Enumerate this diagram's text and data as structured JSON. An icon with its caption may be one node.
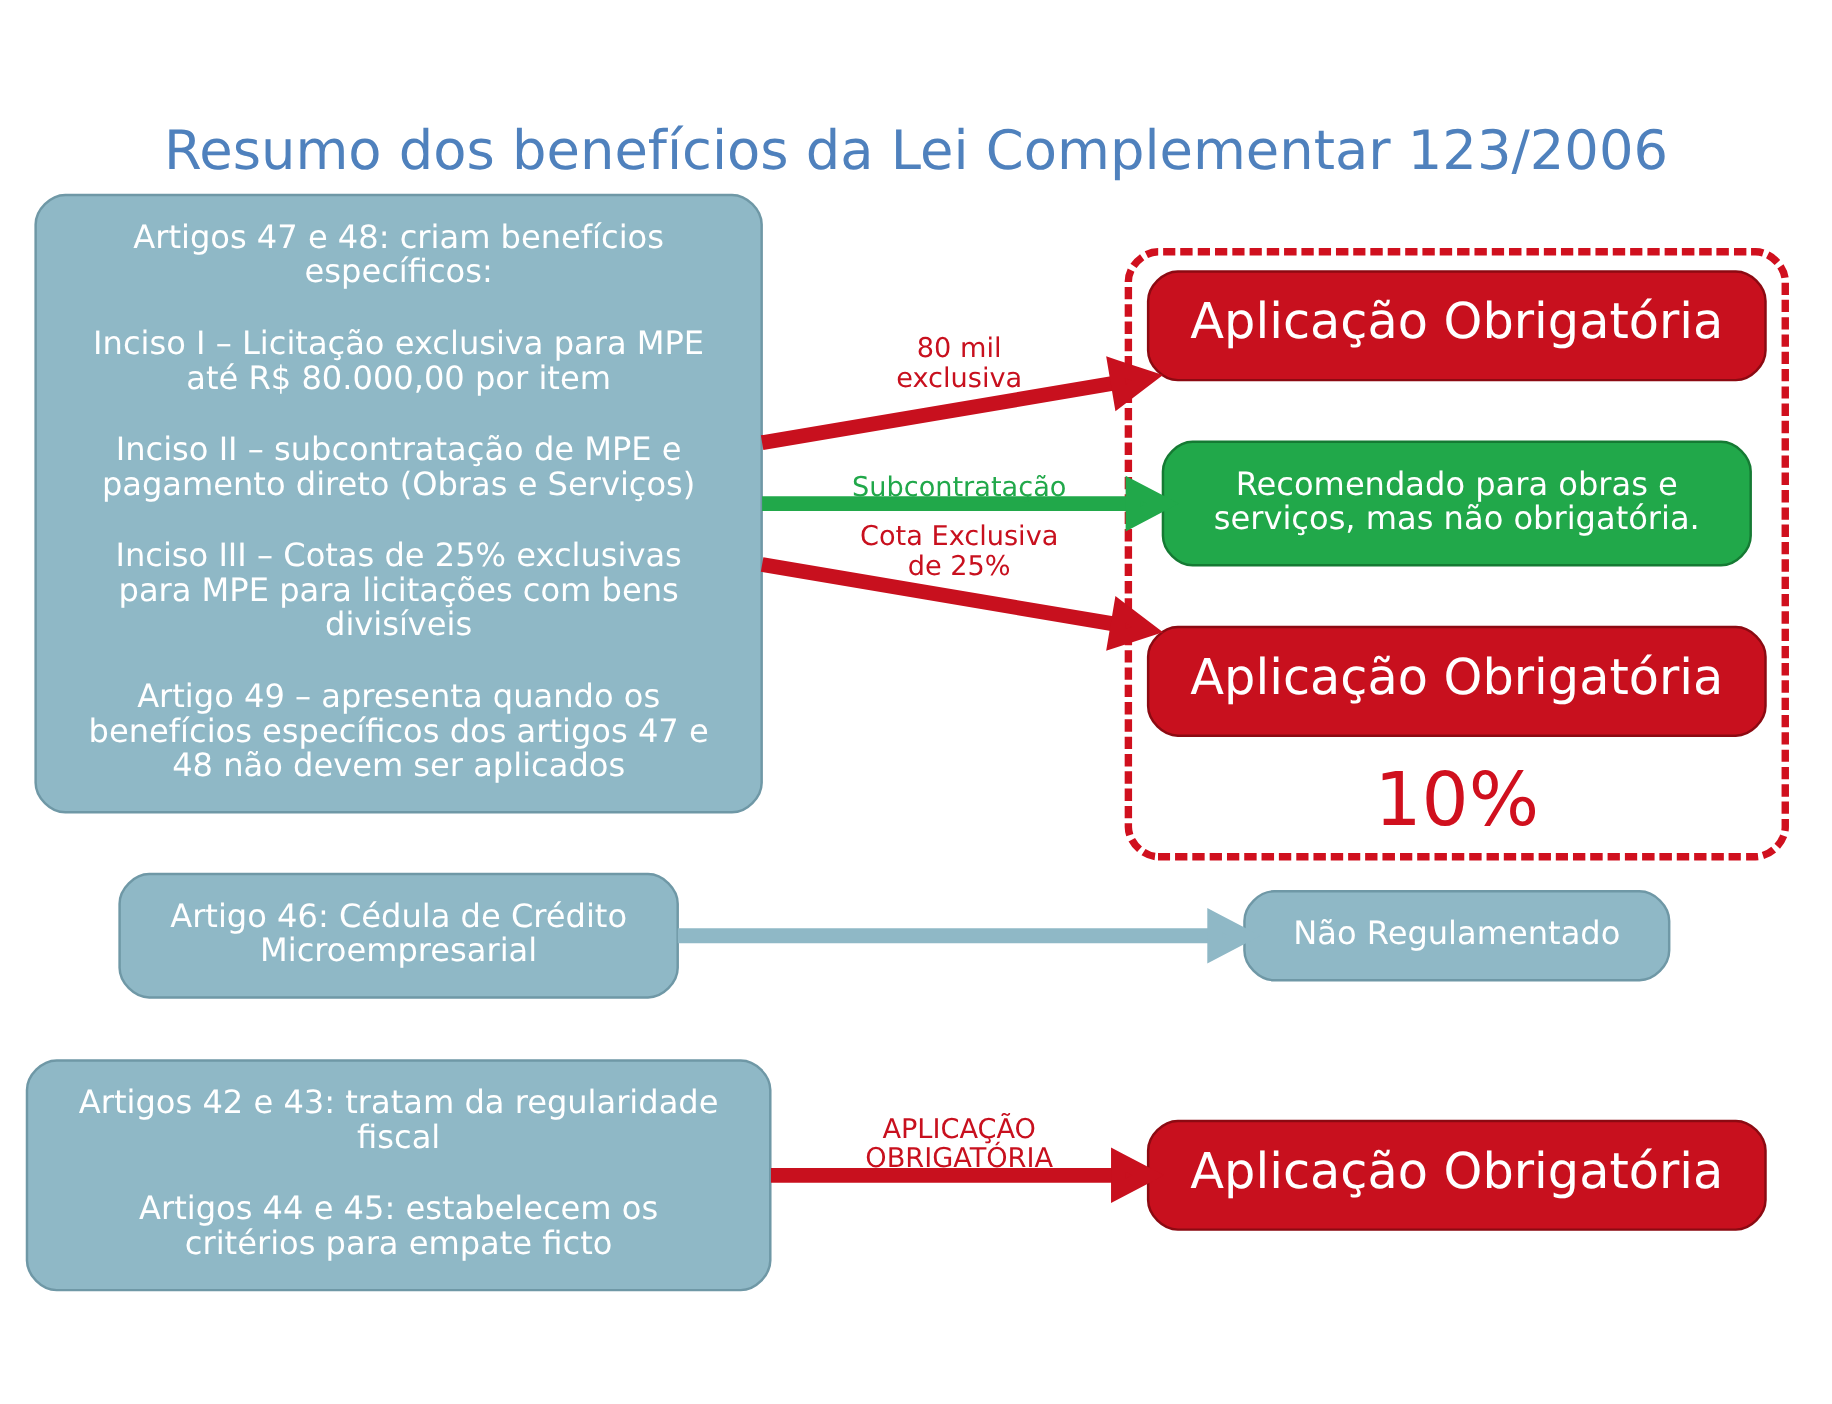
{
  "diagram": {
    "title": "Resumo dos benefícios da Lei Complementar 123/2006",
    "nodes": [
      {
        "text": [
          "Artigos 42 e 43: tratam da regularidade fiscal",
          "Artigos 44 e 45: estabelecem os critérios para empate ficto"
        ]
      },
      {
        "text": [
          "Aplicação Obrigatória"
        ]
      },
      {
        "text": [
          "Artigo 46: Cédula de Crédito Microempresarial"
        ]
      },
      {
        "text": [
          "Não Regulamentado"
        ]
      },
      {
        "text": [
          "Artigos 47 e 48: criam benefícios específicos:",
          "Inciso I – Licitação exclusiva para MPE até R$ 80.000,00 por item",
          "Inciso II – subcontratação de MPE e pagamento direto (Obras e Serviços)",
          "Inciso III – Cotas de 25% exclusivas para MPE para licitações com bens divisíveis",
          "Artigo 49 – apresenta quando os benefícios específicos dos artigos 47 e 48 não devem ser aplicados"
        ]
      },
      {
        "text": [
          "10%"
        ]
      },
      {
        "text": [
          "Aplicação Obrigatória"
        ],
        "in": 5
      },
      {
        "text": [
          "Recomendado para obras e serviços, mas não obrigatória."
        ],
        "in": 5
      },
      {
        "text": [
          "Aplicação Obrigatória"
        ],
        "in": 5
      }
    ],
    "edges": [
      {
        "from": 0,
        "to": 1,
        "arrow": "to",
        "label": "APLICAÇÃO OBRIGATÓRIA"
      },
      {
        "from": 2,
        "to": 3,
        "arrow": "to",
        "color": "#8fb8c6"
      },
      {
        "from": 4,
        "to": 6,
        "arrow": "to",
        "label": "80 mil exclusiva"
      },
      {
        "from": 4,
        "to": 7,
        "arrow": "to",
        "label": "Subcontratação",
        "color": "#21a84a"
      },
      {
        "from": 4,
        "to": 8,
        "arrow": "to",
        "label": "Cota Exclusiva de 25%"
      }
    ]
  }
}
